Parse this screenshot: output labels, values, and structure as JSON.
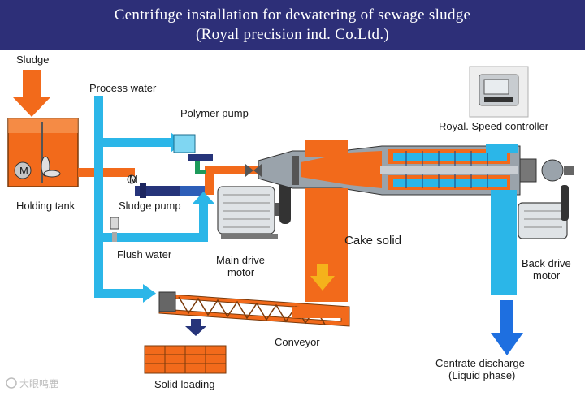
{
  "title": {
    "line1": "Centrifuge installation for dewatering of sewage sludge",
    "line2": "(Royal precision ind. Co.Ltd.)"
  },
  "labels": {
    "sludge": "Sludge",
    "process_water": "Process water",
    "polymer_pump": "Polymer pump",
    "holding_tank": "Holding tank",
    "sludge_pump": "Sludge pump",
    "flush_water": "Flush water",
    "main_drive_motor_1": "Main drive",
    "main_drive_motor_2": "motor",
    "cake_solid": "Cake solid",
    "conveyor": "Conveyor",
    "solid_loading": "Solid loading",
    "speed_controller": "Royal. Speed controller",
    "back_drive_motor_1": "Back drive",
    "back_drive_motor_2": "motor",
    "centrate_1": "Centrate discharge",
    "centrate_2": "(Liquid phase)",
    "motor_symbol": "M",
    "pump_motor_symbol": "M"
  },
  "watermark": "大眼鸣鹿",
  "colors": {
    "banner": "#2d2f78",
    "sludge_orange": "#f26a1b",
    "water_cyan": "#2bb6e8",
    "arrow_blue": "#1e6fe0",
    "cake_yellow": "#f5b21b",
    "dark_navy": "#26347a"
  }
}
